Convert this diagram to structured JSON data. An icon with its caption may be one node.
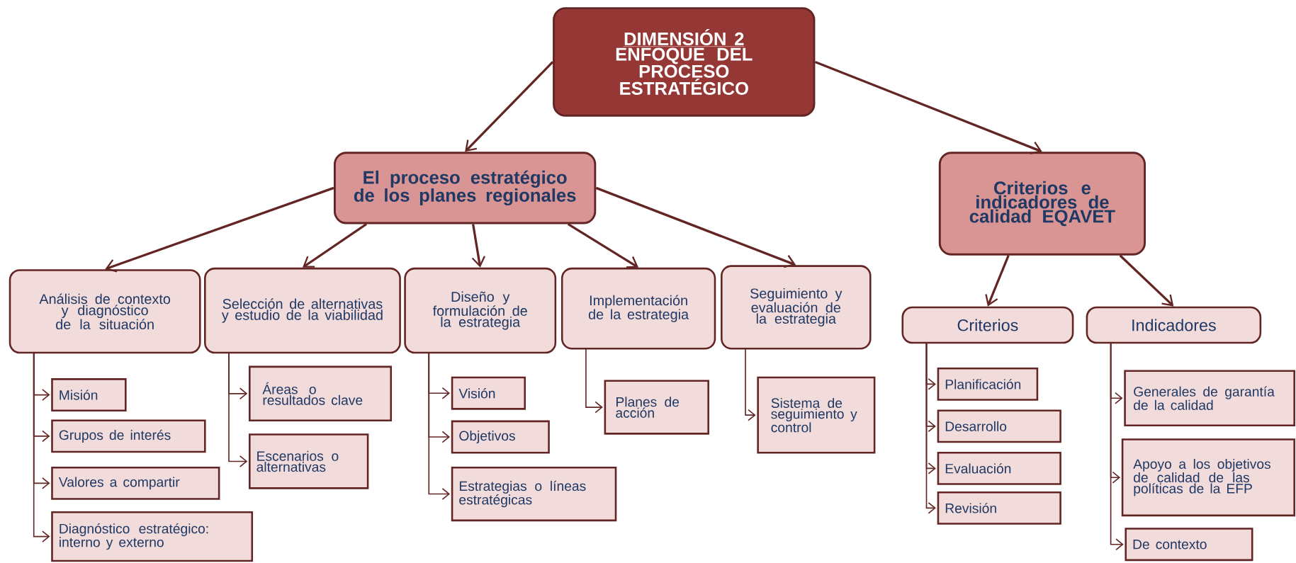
{
  "diagram": {
    "nodes": [
      {
        "text": [
          "DIMENSIÓN 2",
          "ENFOQUE DEL PROCESO ESTRATÉGICO"
        ]
      },
      {
        "text": [
          "El proceso estratégico de los planes regionales"
        ]
      },
      {
        "text": [
          "Criterios e indicadores de calidad EQAVET"
        ]
      },
      {
        "text": [
          "Análisis de contexto y diagnóstico de la situación"
        ]
      },
      {
        "text": [
          "Selección de alternativas y estudio de la viabilidad"
        ]
      },
      {
        "text": [
          "Diseño y formulación de la estrategia"
        ]
      },
      {
        "text": [
          "Implementación de la estrategia"
        ]
      },
      {
        "text": [
          "Seguimiento y evaluación de la estrategia"
        ]
      },
      {
        "text": [
          "Criterios"
        ]
      },
      {
        "text": [
          "Indicadores"
        ]
      },
      {
        "text": [
          "Misión"
        ]
      },
      {
        "text": [
          "Grupos de interés"
        ]
      },
      {
        "text": [
          "Valores a compartir"
        ]
      },
      {
        "text": [
          "Diagnóstico estratégico: interno y externo"
        ]
      },
      {
        "text": [
          "Áreas o resultados clave"
        ]
      },
      {
        "text": [
          "Escenarios o alternativas"
        ]
      },
      {
        "text": [
          "Visión"
        ]
      },
      {
        "text": [
          "Objetivos"
        ]
      },
      {
        "text": [
          "Estrategias o líneas estratégicas"
        ]
      },
      {
        "text": [
          "Planes de acción"
        ]
      },
      {
        "text": [
          "Sistema de seguimiento y control"
        ]
      },
      {
        "text": [
          "Planificación"
        ]
      },
      {
        "text": [
          "Desarrollo"
        ]
      },
      {
        "text": [
          "Evaluación"
        ]
      },
      {
        "text": [
          "Revisión"
        ]
      },
      {
        "text": [
          "Generales de garantía de la calidad"
        ]
      },
      {
        "text": [
          "Apoyo a los objetivos de calidad de las políticas de la EFP"
        ]
      },
      {
        "text": [
          "De contexto"
        ]
      }
    ],
    "edges": [
      {
        "from": 0,
        "to": 1,
        "arrow": "to"
      },
      {
        "from": 0,
        "to": 2,
        "arrow": "to"
      },
      {
        "from": 1,
        "to": 3,
        "arrow": "to"
      },
      {
        "from": 1,
        "to": 4,
        "arrow": "to"
      },
      {
        "from": 1,
        "to": 5,
        "arrow": "to"
      },
      {
        "from": 1,
        "to": 6,
        "arrow": "to"
      },
      {
        "from": 1,
        "to": 7,
        "arrow": "to"
      },
      {
        "from": 2,
        "to": 8,
        "arrow": "to"
      },
      {
        "from": 2,
        "to": 9,
        "arrow": "to"
      },
      {
        "from": 3,
        "to": 10,
        "arrow": "to"
      },
      {
        "from": 3,
        "to": 11,
        "arrow": "to"
      },
      {
        "from": 3,
        "to": 12,
        "arrow": "to"
      },
      {
        "from": 3,
        "to": 13,
        "arrow": "to"
      },
      {
        "from": 4,
        "to": 14,
        "arrow": "to"
      },
      {
        "from": 4,
        "to": 15,
        "arrow": "to"
      },
      {
        "from": 5,
        "to": 16,
        "arrow": "to"
      },
      {
        "from": 5,
        "to": 17,
        "arrow": "to"
      },
      {
        "from": 5,
        "to": 18,
        "arrow": "to"
      },
      {
        "from": 6,
        "to": 19,
        "arrow": "to"
      },
      {
        "from": 7,
        "to": 20,
        "arrow": "to"
      },
      {
        "from": 8,
        "to": 21,
        "arrow": "to"
      },
      {
        "from": 8,
        "to": 22,
        "arrow": "to"
      },
      {
        "from": 8,
        "to": 23,
        "arrow": "to"
      },
      {
        "from": 8,
        "to": 24,
        "arrow": "to"
      },
      {
        "from": 9,
        "to": 25,
        "arrow": "to"
      },
      {
        "from": 9,
        "to": 26,
        "arrow": "to"
      },
      {
        "from": 9,
        "to": 27,
        "arrow": "to"
      }
    ]
  }
}
